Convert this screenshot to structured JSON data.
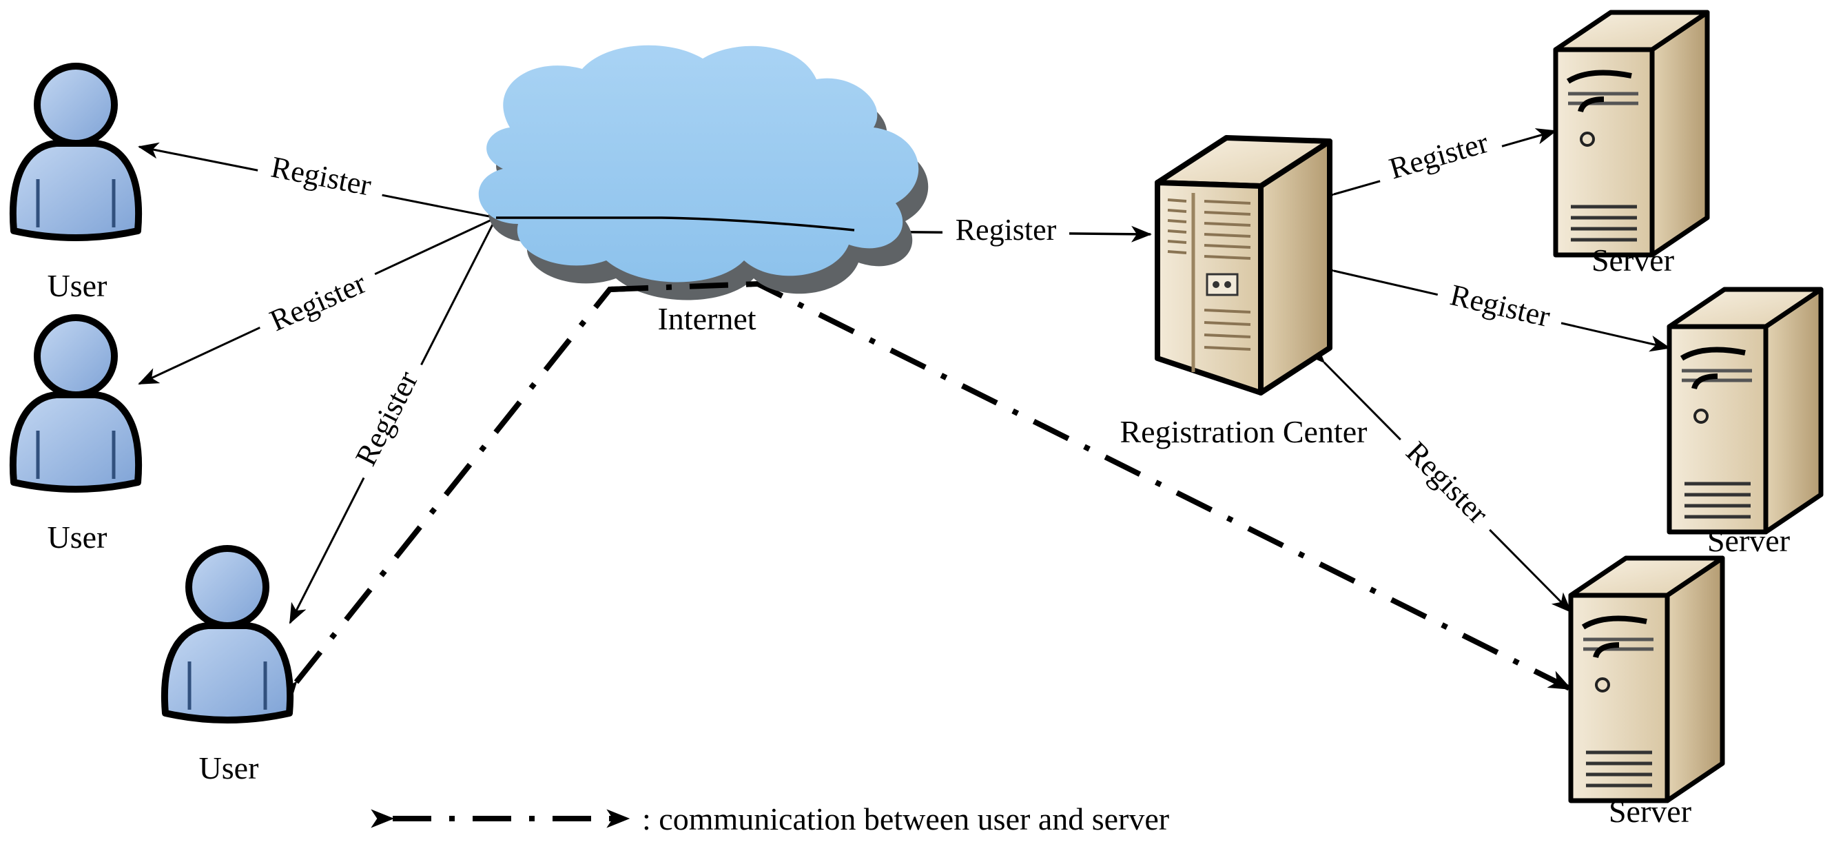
{
  "nodes": {
    "user1": {
      "label": "User"
    },
    "user2": {
      "label": "User"
    },
    "user3": {
      "label": "User"
    },
    "internet": {
      "label": "Internet"
    },
    "registration_center": {
      "label": "Registration Center"
    },
    "server1": {
      "label": "Server"
    },
    "server2": {
      "label": "Server"
    },
    "server3": {
      "label": "Server"
    }
  },
  "edges": {
    "internet_user1": {
      "label": "Register"
    },
    "internet_user2": {
      "label": "Register"
    },
    "internet_user3": {
      "label": "Register"
    },
    "internet_center": {
      "label": "Register"
    },
    "center_server1": {
      "label": "Register"
    },
    "center_server2": {
      "label": "Register"
    },
    "center_server3": {
      "label": "Register"
    }
  },
  "legend": {
    "text": ": communication between user and server"
  },
  "colors": {
    "user_fill": "#9fbde3",
    "user_stroke": "#000000",
    "cloud_fill": "#9ccbee",
    "cloud_shadow": "#5f6366",
    "server_light": "#efe4cf",
    "server_mid": "#d8c6a2",
    "server_dark": "#b9a27a"
  },
  "icons": {
    "user": "user-icon",
    "cloud": "cloud-icon",
    "server": "server-icon",
    "center": "registration-center-icon"
  }
}
